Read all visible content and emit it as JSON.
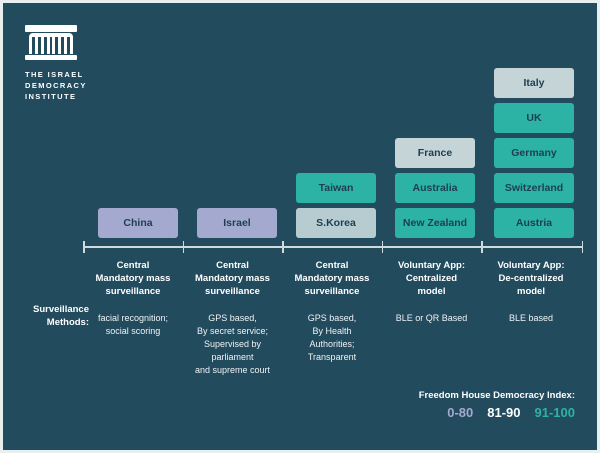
{
  "logo": {
    "name": "israel-democracy-institute-logo",
    "line1": "THE ISRAEL",
    "line2": "DEMOCRACY",
    "line3": "INSTITUTE"
  },
  "theme": {
    "background": "#234b5e",
    "border": "#e9eef0",
    "axis": "#cfdadd",
    "bar_text": "#1d3f50",
    "title_text": "#ffffff",
    "body_text": "#eef3f4"
  },
  "methods_label": "Surveillance\nMethods:",
  "methods_label_line1": "Surveillance",
  "methods_label_line2": "Methods:",
  "chart_data": {
    "type": "bar",
    "title": "",
    "xlabel": "",
    "ylabel": "",
    "categories": [
      "Central Mandatory mass surveillance",
      "Central Mandatory mass surveillance",
      "Central Mandatory mass surveillance",
      "Voluntary App: Centralized model",
      "Voluntary App: De-centralized model"
    ],
    "values": [
      1,
      1,
      2,
      3,
      5
    ],
    "stacks": [
      {
        "column": 1,
        "items": [
          {
            "label": "China",
            "index_band": "0-80",
            "color": "#a3a9cf"
          }
        ]
      },
      {
        "column": 2,
        "items": [
          {
            "label": "Israel",
            "index_band": "0-80",
            "color": "#a3a9cf"
          }
        ]
      },
      {
        "column": 3,
        "items": [
          {
            "label": "S.Korea",
            "index_band": "81-90",
            "color": "#b6ccd0"
          },
          {
            "label": "Taiwan",
            "index_band": "91-100",
            "color": "#2cb3a6"
          }
        ]
      },
      {
        "column": 4,
        "items": [
          {
            "label": "New Zealand",
            "index_band": "91-100",
            "color": "#2cb3a6"
          },
          {
            "label": "Australia",
            "index_band": "91-100",
            "color": "#2cb3a6"
          },
          {
            "label": "France",
            "index_band": "81-90",
            "color": "#c5d4d6"
          }
        ]
      },
      {
        "column": 5,
        "items": [
          {
            "label": "Austria",
            "index_band": "91-100",
            "color": "#2cb3a6"
          },
          {
            "label": "Switzerland",
            "index_band": "91-100",
            "color": "#2cb3a6"
          },
          {
            "label": "Germany",
            "index_band": "91-100",
            "color": "#2cb3a6"
          },
          {
            "label": "UK",
            "index_band": "91-100",
            "color": "#2cb3a6"
          },
          {
            "label": "Italy",
            "index_band": "81-90",
            "color": "#c5d4d6"
          }
        ]
      }
    ]
  },
  "columns": [
    {
      "title_lines": [
        "Central",
        "Mandatory mass",
        "surveillance"
      ],
      "method_lines": [
        "facial recognition;",
        "social scoring"
      ]
    },
    {
      "title_lines": [
        "Central",
        "Mandatory mass",
        "surveillance"
      ],
      "method_lines": [
        "GPS based,",
        "By secret service;",
        "Supervised by",
        "parliament",
        "and supreme court"
      ]
    },
    {
      "title_lines": [
        "Central",
        "Mandatory mass",
        "surveillance"
      ],
      "method_lines": [
        "GPS based,",
        "By Health",
        "Authorities;",
        "Transparent"
      ]
    },
    {
      "title_lines": [
        "Voluntary App:",
        "Centralized",
        "model"
      ],
      "method_lines": [
        "BLE or QR Based"
      ]
    },
    {
      "title_lines": [
        "Voluntary App:",
        "De-centralized",
        "model"
      ],
      "method_lines": [
        "BLE based"
      ]
    }
  ],
  "legend": {
    "title": "Freedom House Democracy Index:",
    "items": [
      {
        "label": "0-80",
        "color": "#a3a9cf"
      },
      {
        "label": "81-90",
        "color": "#ffffff"
      },
      {
        "label": "91-100",
        "color": "#2cb3a6"
      }
    ]
  }
}
